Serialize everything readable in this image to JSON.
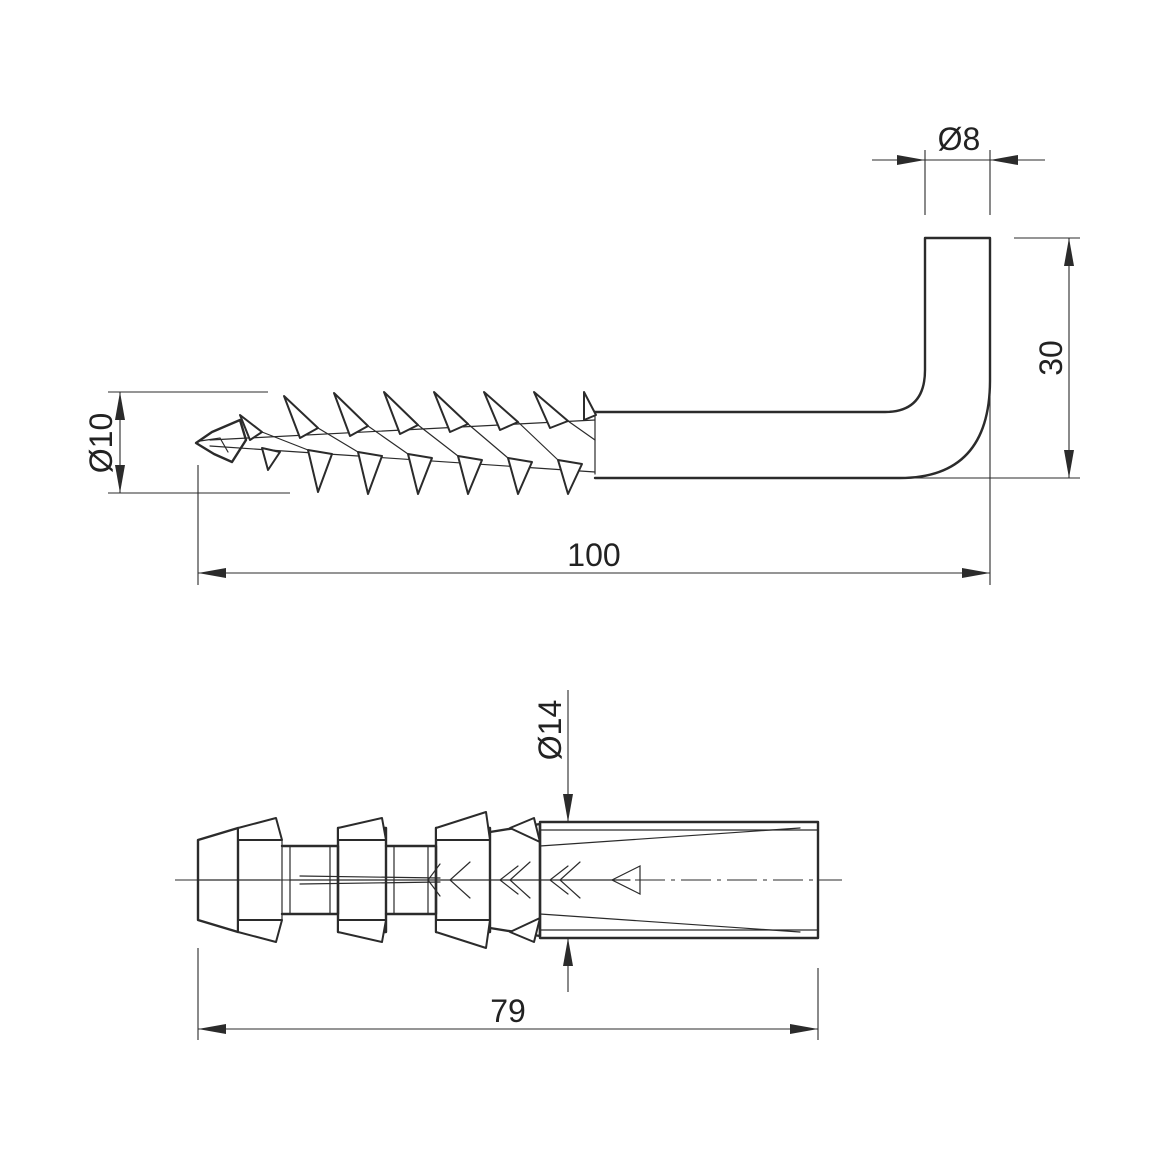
{
  "dimensions": {
    "hook_wire_diameter": "Ø8",
    "hook_height": "30",
    "screw_thread_diameter": "Ø10",
    "hook_total_length": "100",
    "plug_diameter": "Ø14",
    "plug_length": "79"
  },
  "colors": {
    "line": "#2b2b2b",
    "background": "#ffffff"
  }
}
